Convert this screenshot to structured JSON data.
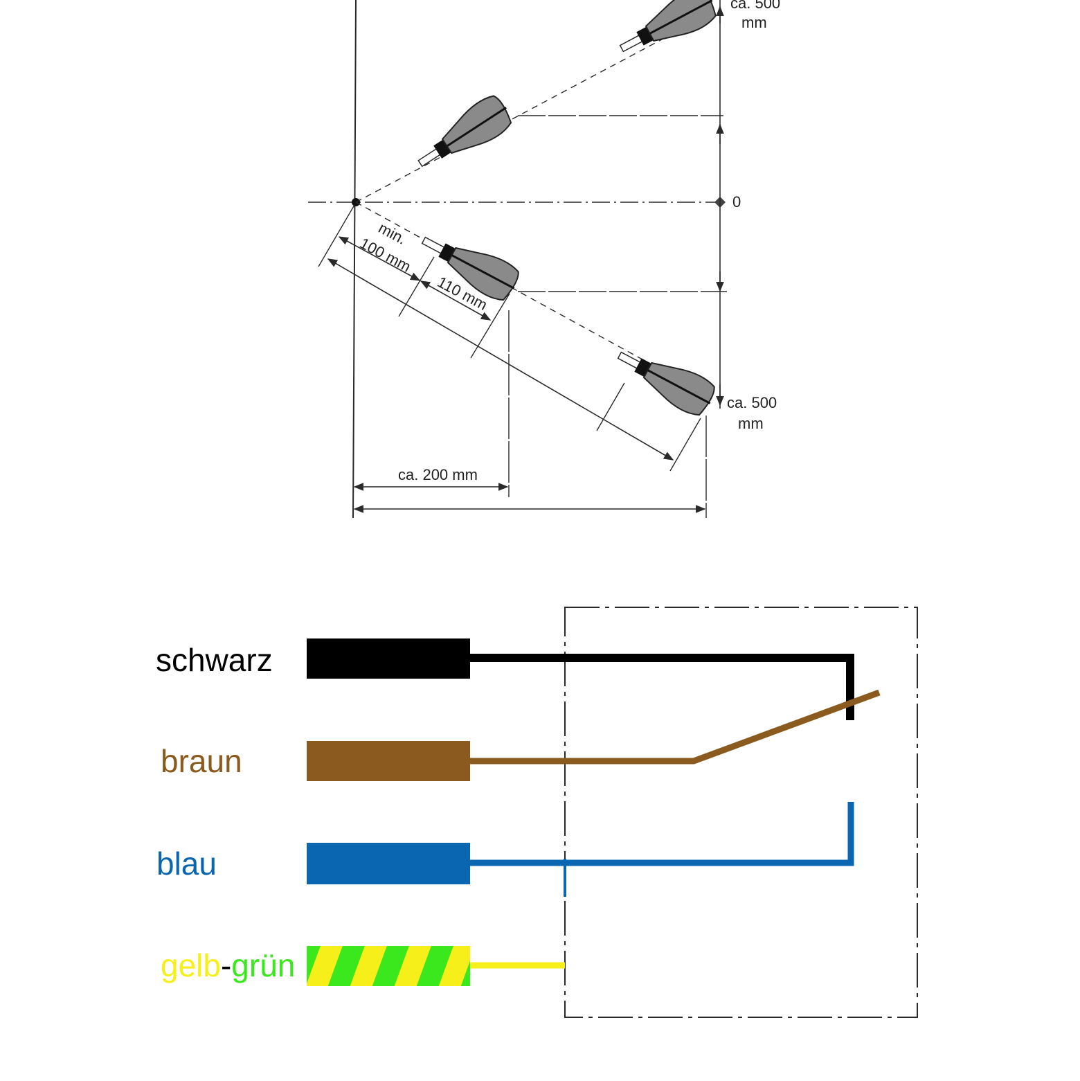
{
  "colors": {
    "black": "#000000",
    "brown": "#8B5A1E",
    "blue": "#0A66B0",
    "yellow": "#F7EF1A",
    "green": "#3BE81E",
    "handle": "#8A8A8A",
    "line": "#2A2A2A"
  },
  "dimensions": {
    "top_right": "ca. 500",
    "top_right_unit": "mm",
    "zero": "0",
    "bottom_right": "ca. 500",
    "bottom_right_unit": "mm",
    "min_line1": "min.",
    "min_line2": "100 mm",
    "handle_length": "110 mm",
    "horizontal": "ca. 200 mm"
  },
  "wires": {
    "black": "schwarz",
    "brown": "braun",
    "blue": "blau",
    "yg_yellow": "gelb",
    "yg_dash": "-",
    "yg_green": "grün"
  }
}
